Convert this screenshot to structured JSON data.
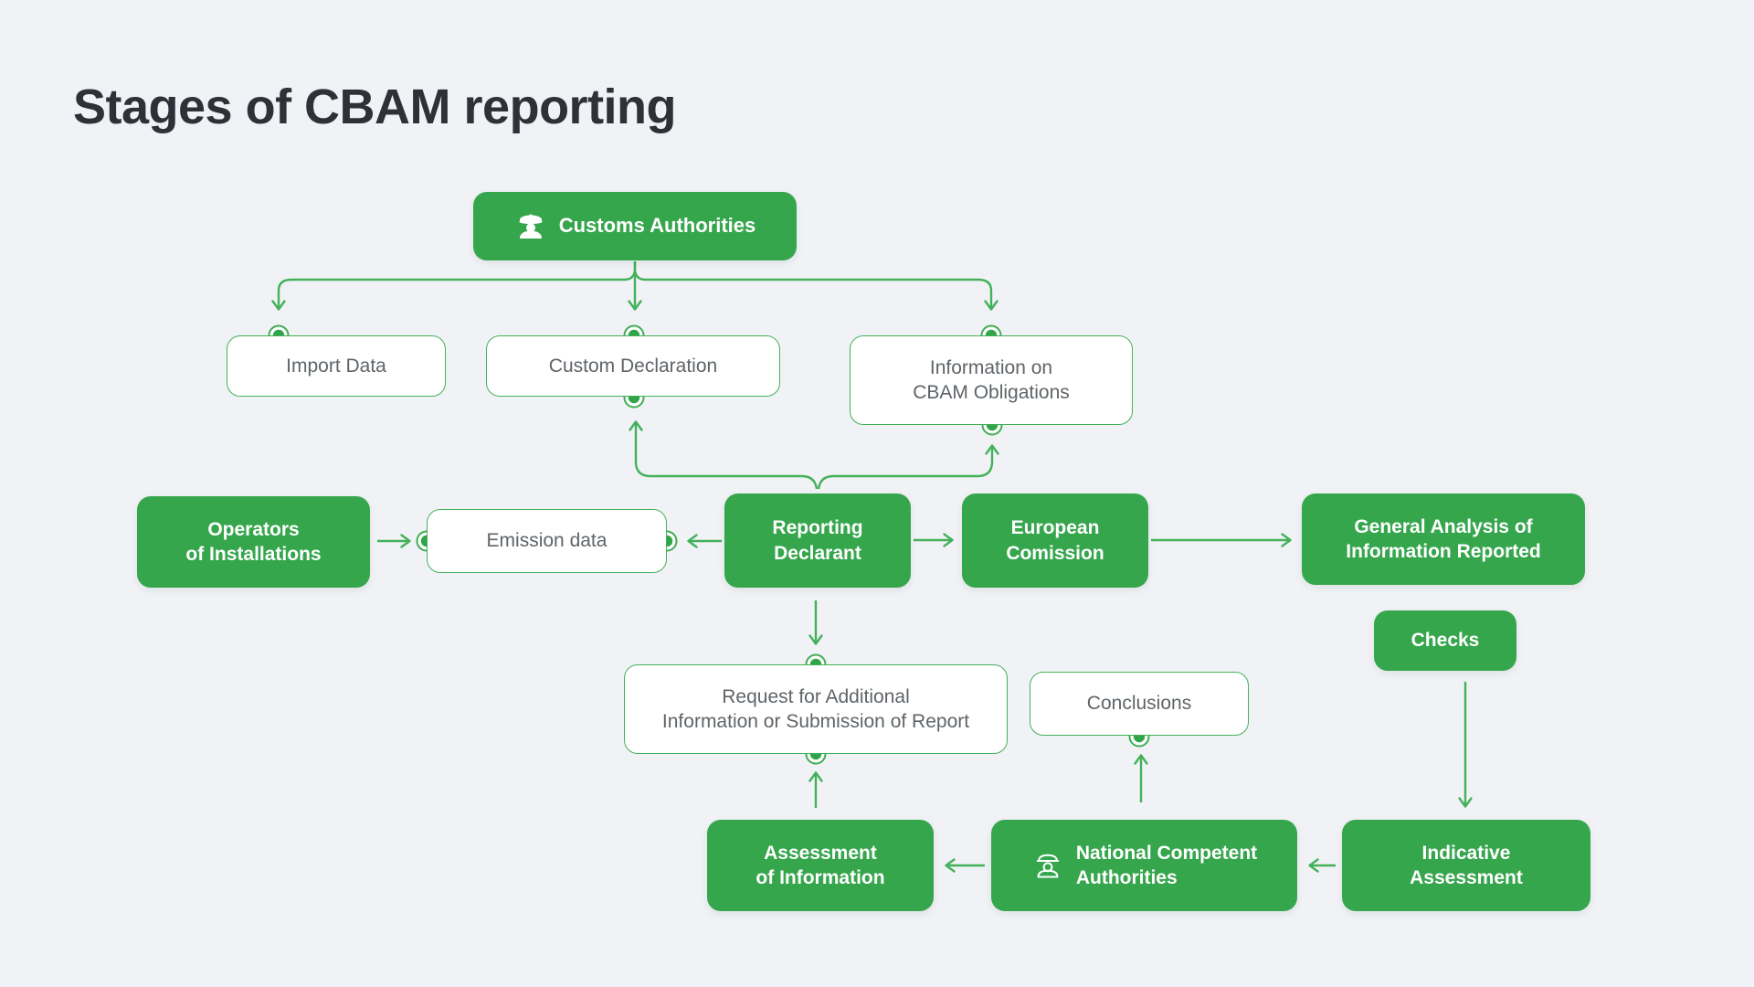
{
  "title": "Stages of CBAM reporting",
  "colors": {
    "background": "#F1F2F6",
    "green_fill": "#36A64D",
    "green_stroke": "#43B15A",
    "dot_fill": "#2EA549",
    "white_box_border": "#43B15A",
    "white_box_text": "#5F6468",
    "green_box_text": "#FFFFFF",
    "title_text": "#2E3138"
  },
  "icons": {
    "customs_officer": "customs-officer-filled-icon",
    "national_authority_officer": "officer-outline-icon"
  },
  "nodes": [
    {
      "id": "customs-authorities",
      "style": "solid",
      "icon": "customs-officer",
      "lines": [
        "Customs Authorities"
      ]
    },
    {
      "id": "import-data",
      "style": "outline",
      "lines": [
        "Import Data"
      ]
    },
    {
      "id": "custom-declaration",
      "style": "outline",
      "lines": [
        "Custom Declaration"
      ]
    },
    {
      "id": "information-on-cbam-obligations",
      "style": "outline",
      "lines": [
        "Information on",
        "CBAM Obligations"
      ]
    },
    {
      "id": "operators-of-installations",
      "style": "solid",
      "lines": [
        "Operators",
        "of Installations"
      ]
    },
    {
      "id": "emission-data",
      "style": "outline",
      "lines": [
        "Emission data"
      ]
    },
    {
      "id": "reporting-declarant",
      "style": "solid",
      "lines": [
        "Reporting",
        "Declarant"
      ]
    },
    {
      "id": "european-comission",
      "style": "solid",
      "lines": [
        "European",
        "Comission"
      ]
    },
    {
      "id": "general-analysis-of-information-reported",
      "style": "solid",
      "lines": [
        "General Analysis of",
        "Information Reported"
      ]
    },
    {
      "id": "checks",
      "style": "solid",
      "lines": [
        "Checks"
      ]
    },
    {
      "id": "request-for-additional-information-or-submission-of-report",
      "style": "outline",
      "lines": [
        "Request for Additional",
        "Information or Submission of Report"
      ]
    },
    {
      "id": "conclusions",
      "style": "outline",
      "lines": [
        "Conclusions"
      ]
    },
    {
      "id": "assessment-of-information",
      "style": "solid",
      "lines": [
        "Assessment",
        "of Information"
      ]
    },
    {
      "id": "national-competent-authorities",
      "style": "solid",
      "icon": "national_authority_officer",
      "lines": [
        "National Competent",
        "Authorities"
      ]
    },
    {
      "id": "indicative-assessment",
      "style": "solid",
      "lines": [
        "Indicative",
        "Assessment"
      ]
    }
  ],
  "edges": [
    {
      "from": "customs-authorities",
      "to": "import-data"
    },
    {
      "from": "customs-authorities",
      "to": "custom-declaration"
    },
    {
      "from": "customs-authorities",
      "to": "information-on-cbam-obligations"
    },
    {
      "from": "reporting-declarant",
      "to": "custom-declaration"
    },
    {
      "from": "reporting-declarant",
      "to": "information-on-cbam-obligations"
    },
    {
      "from": "operators-of-installations",
      "to": "emission-data"
    },
    {
      "from": "reporting-declarant",
      "to": "emission-data"
    },
    {
      "from": "reporting-declarant",
      "to": "european-comission"
    },
    {
      "from": "european-comission",
      "to": "general-analysis-of-information-reported"
    },
    {
      "from": "reporting-declarant",
      "to": "request-for-additional-information-or-submission-of-report"
    },
    {
      "from": "assessment-of-information",
      "to": "request-for-additional-information-or-submission-of-report"
    },
    {
      "from": "national-competent-authorities",
      "to": "conclusions"
    },
    {
      "from": "checks",
      "to": "indicative-assessment"
    },
    {
      "from": "indicative-assessment",
      "to": "national-competent-authorities"
    },
    {
      "from": "national-competent-authorities",
      "to": "assessment-of-information"
    }
  ]
}
